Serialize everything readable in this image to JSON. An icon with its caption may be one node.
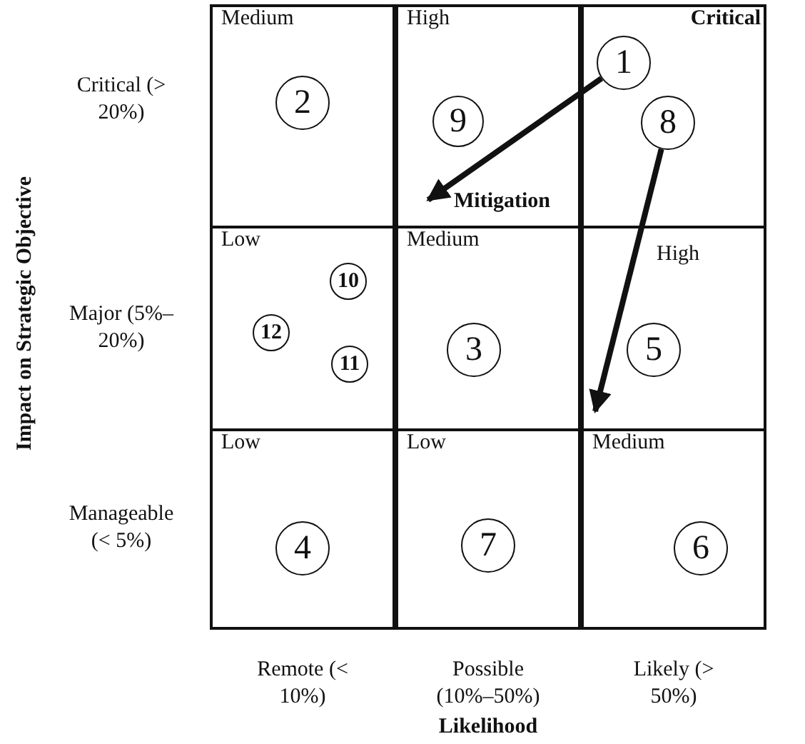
{
  "diagram": {
    "nodes": [
      {
        "text": [
          "Medium"
        ]
      },
      {
        "text": [
          "2"
        ],
        "in": 0
      },
      {
        "text": [
          "High"
        ]
      },
      {
        "text": [
          "9"
        ],
        "in": 2
      },
      {
        "text": [
          "Critical"
        ]
      },
      {
        "text": [
          "1"
        ],
        "in": 4
      },
      {
        "text": [
          "8"
        ],
        "in": 4
      },
      {
        "text": [
          "Low"
        ]
      },
      {
        "text": [
          "10"
        ],
        "in": 7
      },
      {
        "text": [
          "12"
        ],
        "in": 7
      },
      {
        "text": [
          "11"
        ],
        "in": 7
      },
      {
        "text": [
          "Medium"
        ]
      },
      {
        "text": [
          "3"
        ],
        "in": 11
      },
      {
        "text": [
          "High"
        ]
      },
      {
        "text": [
          "5"
        ],
        "in": 13
      },
      {
        "text": [
          "Low"
        ]
      },
      {
        "text": [
          "4"
        ],
        "in": 15
      },
      {
        "text": [
          "Low"
        ]
      },
      {
        "text": [
          "7"
        ],
        "in": 17
      },
      {
        "text": [
          "Medium"
        ]
      },
      {
        "text": [
          "6"
        ],
        "in": 19
      }
    ],
    "edges": [
      {
        "from": 5,
        "to": 2,
        "arrow": "to",
        "label": "Mitigation"
      },
      {
        "from": 6,
        "to": 13,
        "arrow": "to"
      }
    ],
    "labels": [
      "Impact on Strategic Objective",
      "Critical (> 20%)",
      "Major (5%–20%)",
      "Manageable (< 5%)",
      "Remote (< 10%)",
      "Possible (10%–50%)",
      "Likely (> 50%)",
      "Likelihood"
    ]
  }
}
